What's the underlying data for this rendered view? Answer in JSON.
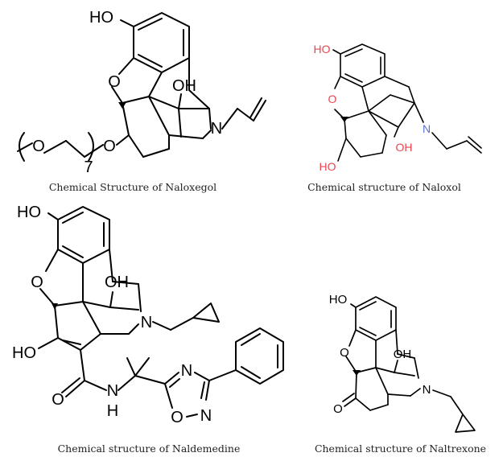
{
  "figure": {
    "panels": [
      {
        "id": "naloxegol",
        "caption": "Chemical Structure of Naloxegol",
        "atom_labels": {
          "hydroxyl_top": "HO",
          "ring_oxygen": "O",
          "hydroxyl_center": "OH",
          "nitrogen": "N",
          "peg_oxygen_1": "O",
          "peg_oxygen_2": "O",
          "peg_repeat_count": "7"
        },
        "label_color": "#000000"
      },
      {
        "id": "naloxol",
        "caption": "Chemical structure of Naloxol",
        "atom_labels": {
          "hydroxyl_top": "HO",
          "ring_oxygen": "O",
          "nitrogen": "N",
          "hydroxyl_bottom_right": "OH",
          "hydroxyl_bottom_left": "HO"
        },
        "label_color": "#e8454f",
        "nitrogen_color": "#5a6fd6"
      },
      {
        "id": "naldemedine",
        "caption": "Chemical structure of Naldemedine",
        "atom_labels": {
          "hydroxyl_top": "HO",
          "ring_oxygen": "O",
          "hydroxyl_center": "OH",
          "nitrogen": "N",
          "hydroxyl_left": "HO",
          "carbonyl_oxygen": "O",
          "amide_nitrogen": "N",
          "amide_hydrogen": "H",
          "oxadiazole_n_top": "N",
          "oxadiazole_o": "O",
          "oxadiazole_n_bottom": "N"
        },
        "label_color": "#000000"
      },
      {
        "id": "naltrexone",
        "caption": "Chemical structure of Naltrexone",
        "atom_labels": {
          "hydroxyl_top": "HO",
          "ring_oxygen": "O",
          "hydroxyl_center": "OH",
          "nitrogen": "N",
          "ketone_oxygen": "O"
        },
        "label_color": "#000000"
      }
    ]
  }
}
